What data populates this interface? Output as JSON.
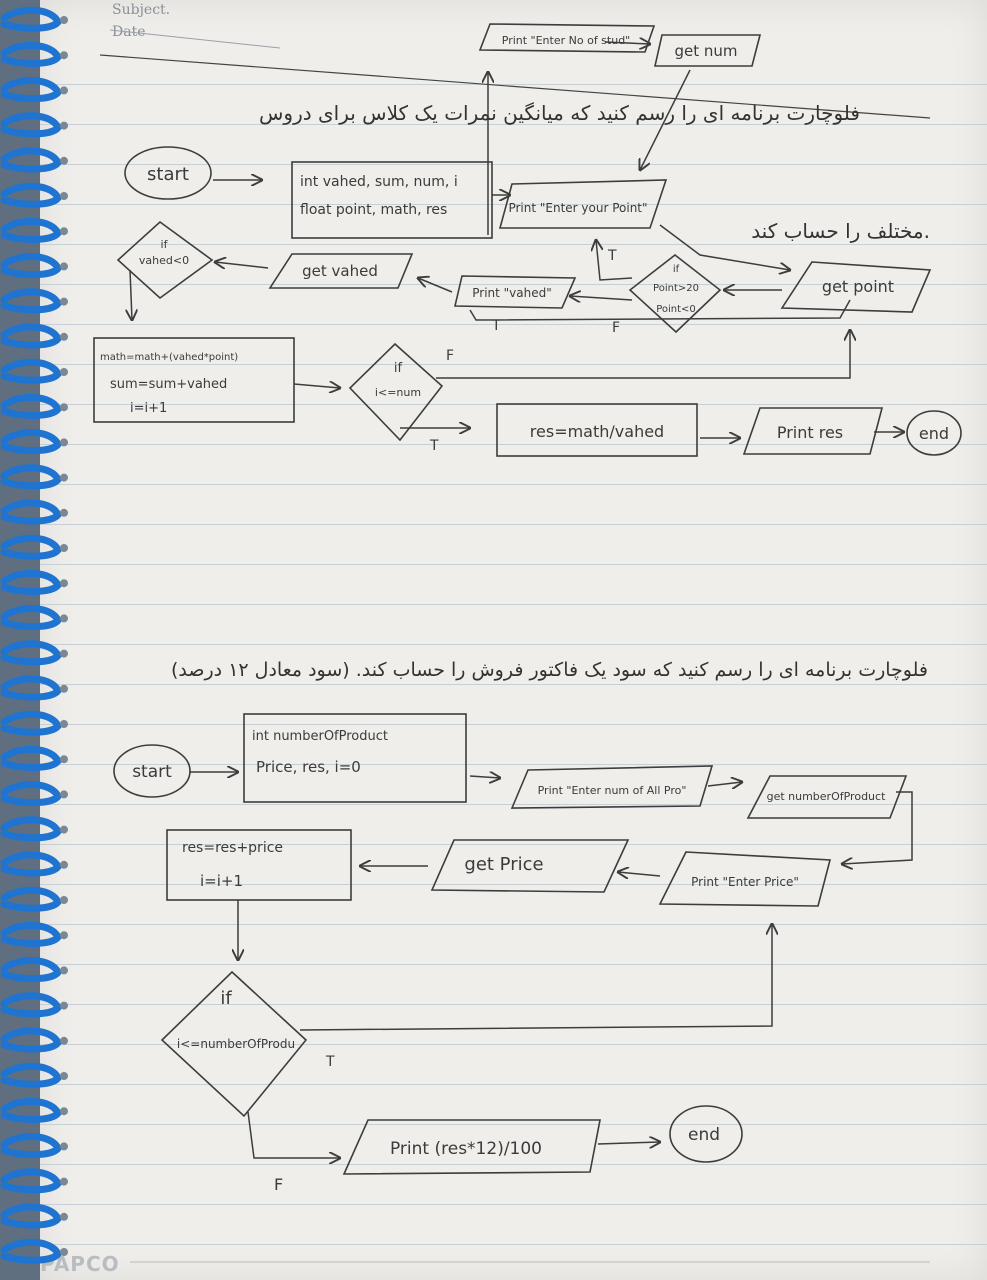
{
  "paper": {
    "subject_label": "Subject.",
    "date_label": "Date",
    "brand": "PAPCO"
  },
  "problem1": {
    "prompt_line1": "فلوچارت برنامه ای را رسم کنید که میانگین نمرات یک کلاس برای دروس",
    "prompt_line2": "مختلف را حساب کند.",
    "start": "start",
    "declare_line1": "int vahed, sum, num, i",
    "declare_line2": "float point, math, res",
    "print_enter_no": "Print \"Enter No of stud\"",
    "get_num": "get num",
    "print_enter_point": "Print \"Enter your Point\"",
    "get_point": "get point",
    "if_point_line1": "if",
    "if_point_line2": "Point>20",
    "if_point_line3": "Point<0",
    "label_t_point": "T",
    "label_f_point": "F",
    "print_vahed": "Print \"vahed\"",
    "label_t_vahed": "T",
    "get_vahed": "get vahed",
    "if_vahed_line1": "if",
    "if_vahed_line2": "vahed<0",
    "calc_line1": "math=math+(vahed*point)",
    "calc_line2": "sum=sum+vahed",
    "calc_line3": "i=i+1",
    "if_num_line1": "if",
    "if_num_line2": "i<=num",
    "label_f_num": "F",
    "label_t_num": "T",
    "res_calc": "res=math/vahed",
    "print_res": "Print res",
    "end": "end"
  },
  "problem2": {
    "prompt": "فلوچارت برنامه ای را رسم کنید که سود یک فاکتور فروش را حساب کند. (سود معادل ۱۲ درصد)",
    "start": "start",
    "declare_line1": "int numberOfProduct",
    "declare_line2": "Price, res, i=0",
    "print_enter_num": "Print \"Enter num of All Pro\"",
    "get_number": "get numberOfProduct",
    "print_enter_price": "Print \"Enter Price\"",
    "get_price": "get Price",
    "calc_line1": "res=res+price",
    "calc_line2": "i=i+1",
    "if_line1": "if",
    "if_line2": "i<=numberOfProdu",
    "label_t": "T",
    "label_f": "F",
    "print_result": "Print (res*12)/100",
    "end": "end"
  }
}
